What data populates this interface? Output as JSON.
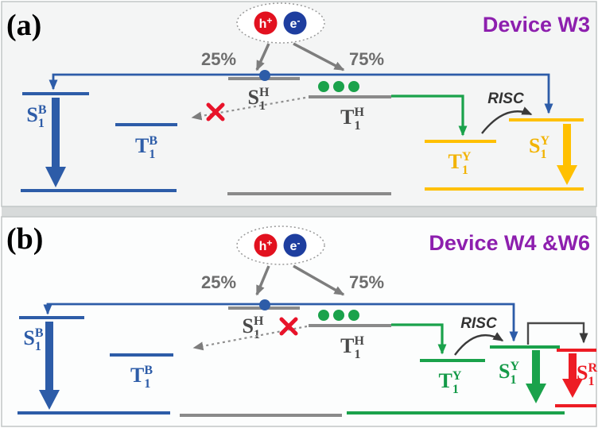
{
  "colors": {
    "blue": "#2d5ca8",
    "gray_level": "#8a8a8a",
    "dark_gray_text": "#4a4a4a",
    "yellow": "#FFC000",
    "green": "#1aa24b",
    "red": "#ed1c24",
    "purple": "#8d1fae",
    "hole_red": "#e2111f",
    "electron_blue": "#1e3e9f"
  },
  "icons": {
    "blocked_cross": "×",
    "exciton_pair": "dotted-ellipse",
    "singlet_exciton_dot": "blue-circle",
    "triplet_exciton_dots": "three-green-circles"
  },
  "panel_a": {
    "tag": "(a)",
    "device": "Device W3",
    "carriers": {
      "hole": {
        "base": "h",
        "sup": "+"
      },
      "electron": {
        "base": "e",
        "sup": "-"
      }
    },
    "split_left": "25%",
    "split_right": "75%",
    "risc": "RISC",
    "levels": {
      "s1b": {
        "base": "S",
        "sub": "1",
        "sup": "B"
      },
      "t1b": {
        "base": "T",
        "sub": "1",
        "sup": "B"
      },
      "s1h": {
        "base": "S",
        "sub": "1",
        "sup": "H"
      },
      "t1h": {
        "base": "T",
        "sub": "1",
        "sup": "H"
      },
      "t1y": {
        "base": "T",
        "sub": "1",
        "sup": "Y"
      },
      "s1y": {
        "base": "S",
        "sub": "1",
        "sup": "Y"
      }
    }
  },
  "panel_b": {
    "tag": "(b)",
    "device": "Device W4 &W6",
    "carriers": {
      "hole": {
        "base": "h",
        "sup": "+"
      },
      "electron": {
        "base": "e",
        "sup": "-"
      }
    },
    "split_left": "25%",
    "split_right": "75%",
    "risc": "RISC",
    "levels": {
      "s1b": {
        "base": "S",
        "sub": "1",
        "sup": "B"
      },
      "t1b": {
        "base": "T",
        "sub": "1",
        "sup": "B"
      },
      "s1h": {
        "base": "S",
        "sub": "1",
        "sup": "H"
      },
      "t1h": {
        "base": "T",
        "sub": "1",
        "sup": "H"
      },
      "t1y": {
        "base": "T",
        "sub": "1",
        "sup": "Y"
      },
      "s1y": {
        "base": "S",
        "sub": "1",
        "sup": "Y"
      },
      "s1r": {
        "base": "S",
        "sub": "1",
        "sup": "R"
      }
    }
  }
}
